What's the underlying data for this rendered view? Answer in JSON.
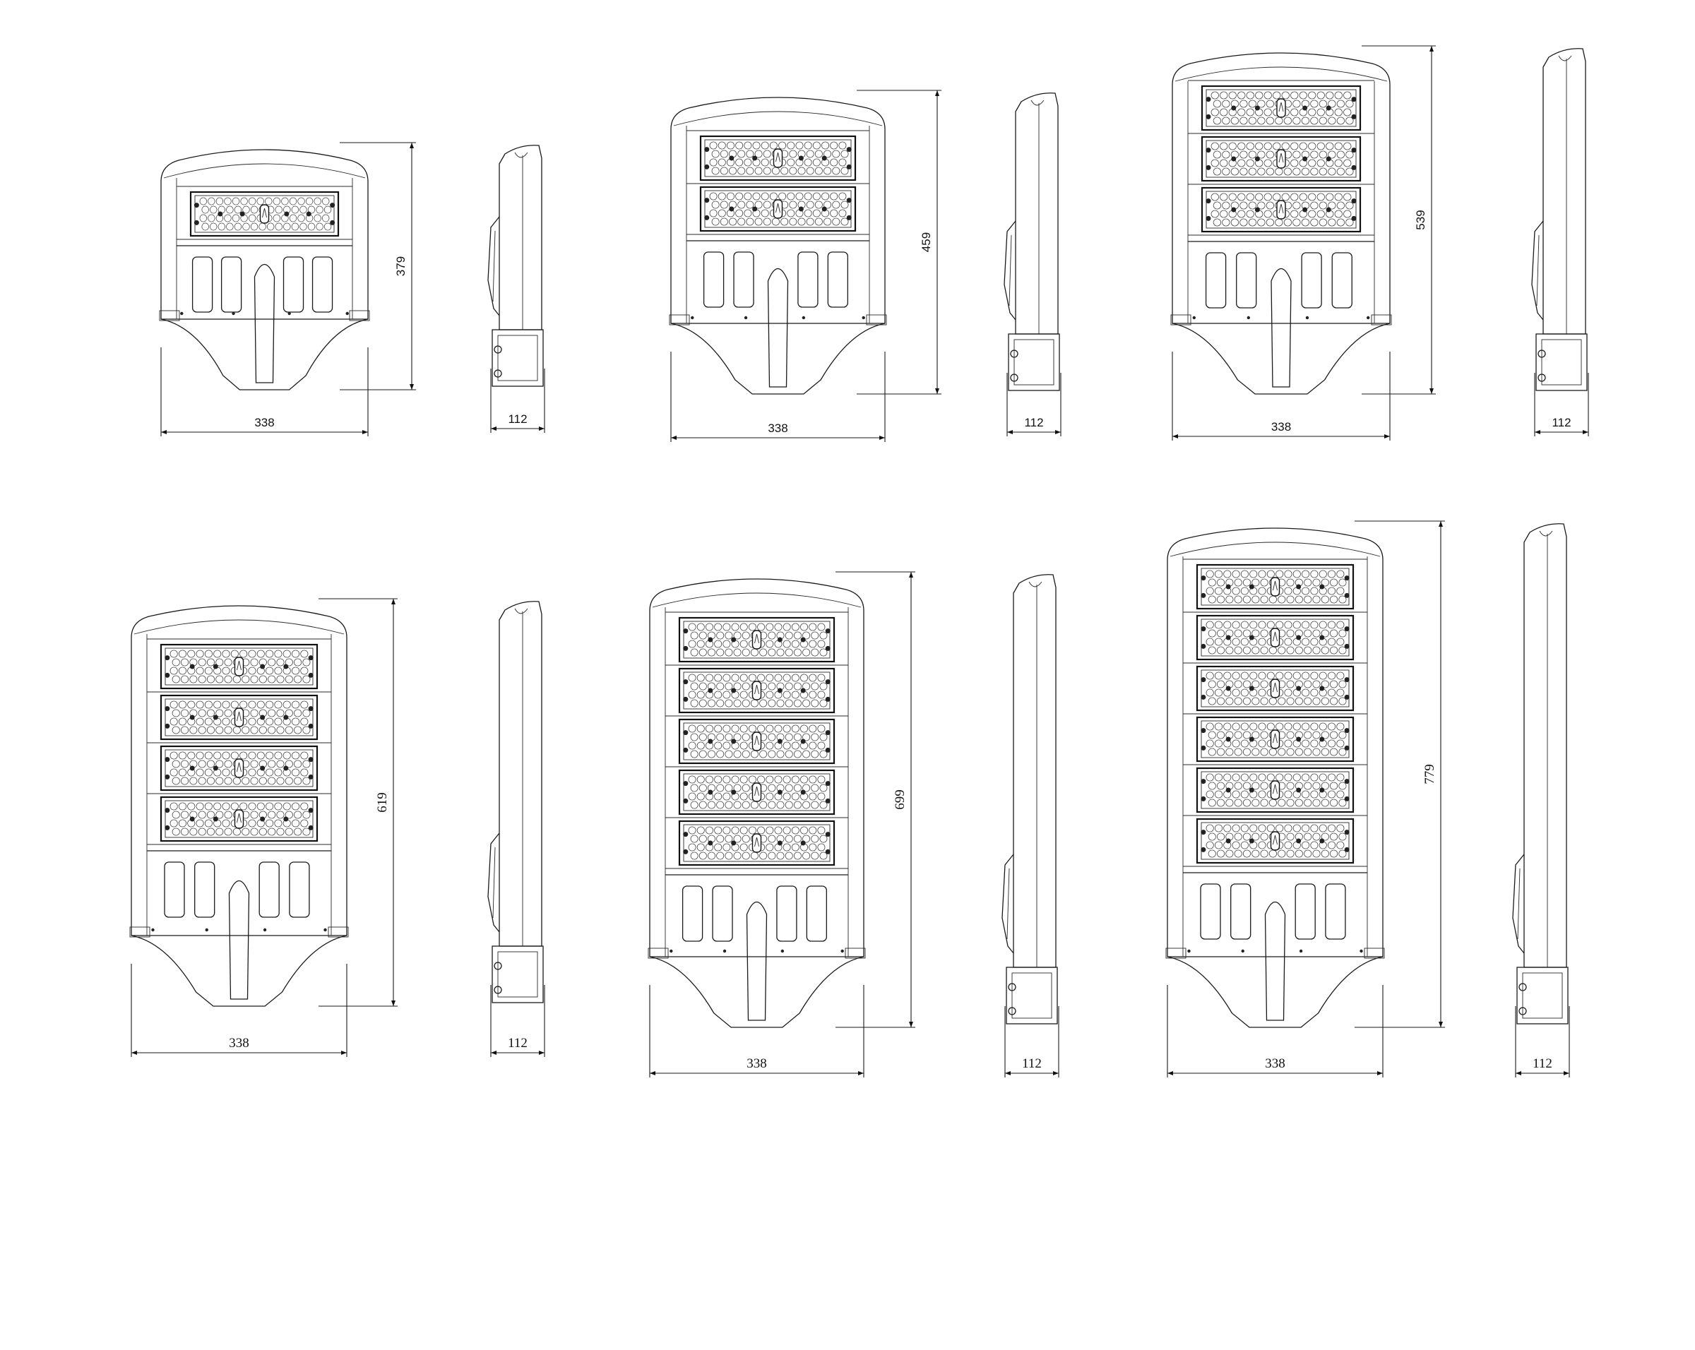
{
  "drawings": [
    {
      "modules": 1,
      "width_label": "338",
      "height_label": "379",
      "side_label": "112"
    },
    {
      "modules": 2,
      "width_label": "338",
      "height_label": "459",
      "side_label": "112"
    },
    {
      "modules": 3,
      "width_label": "338",
      "height_label": "539",
      "side_label": "112"
    },
    {
      "modules": 4,
      "width_label": "338",
      "height_label": "619",
      "side_label": "112"
    },
    {
      "modules": 5,
      "width_label": "338",
      "height_label": "699",
      "side_label": "112"
    },
    {
      "modules": 6,
      "width_label": "338",
      "height_label": "779",
      "side_label": "112"
    }
  ]
}
